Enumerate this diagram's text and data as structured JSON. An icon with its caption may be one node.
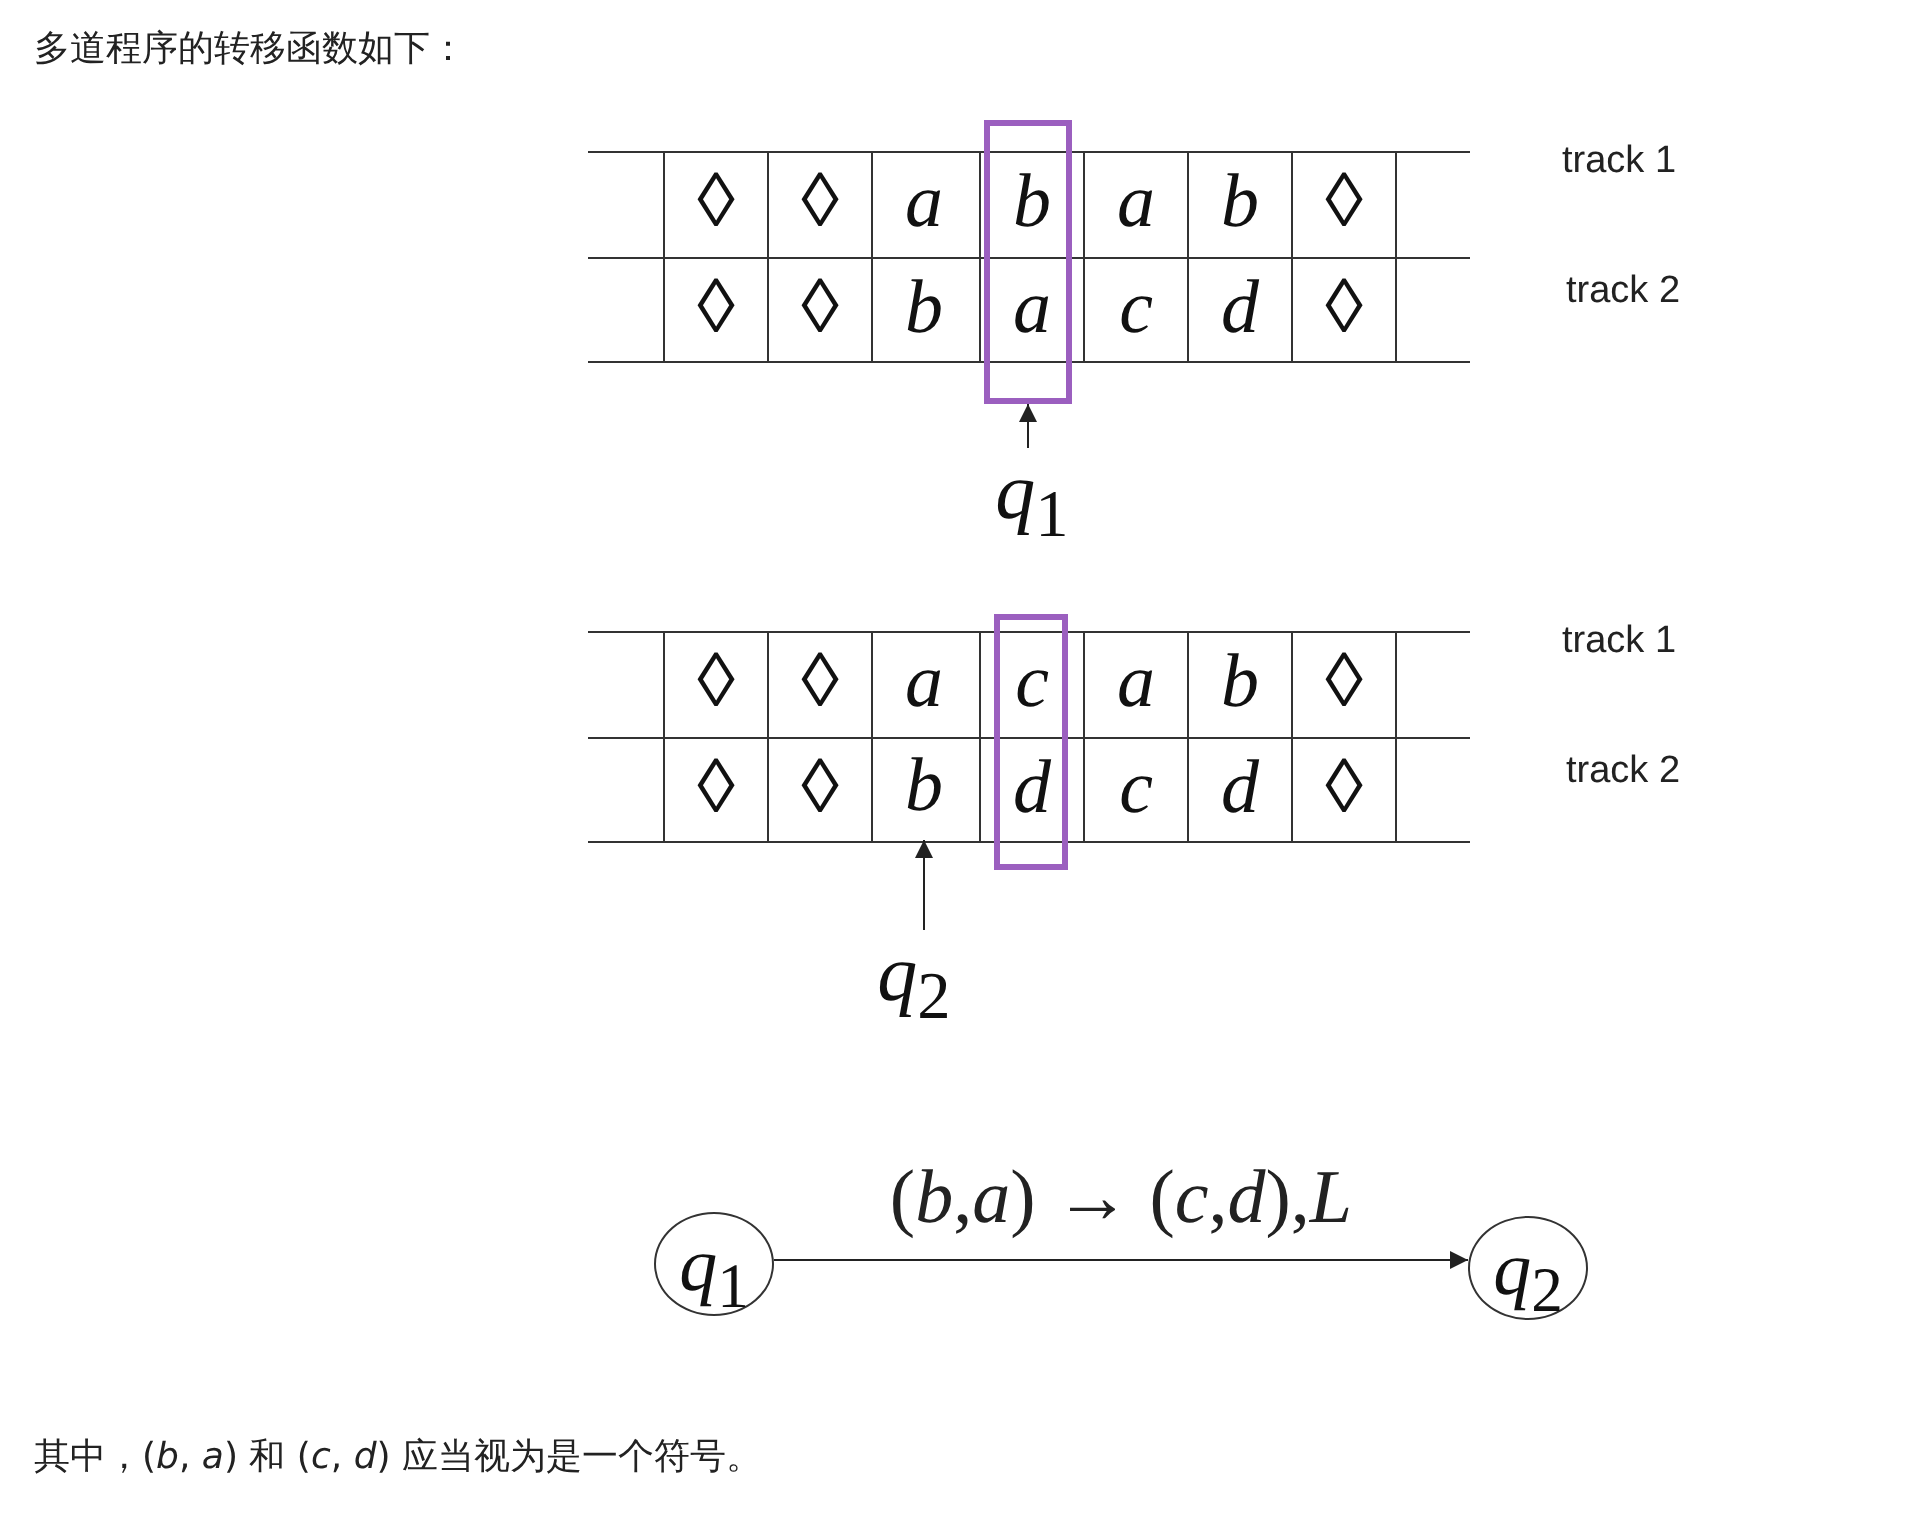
{
  "diagram": {
    "title": "多道程序的转移函数如下：",
    "caption": "其中，(*b*, *a*) 和 (*c*, *d*) 应当视为是一个符号。",
    "nodes": [
      {
        "text": [],
        "shape": "box"
      },
      {
        "text": [
          "*q*$_{1}$"
        ]
      },
      {
        "text": [],
        "shape": "box"
      },
      {
        "text": [
          "b"
        ]
      },
      {
        "text": [
          "*q*$_{2}$"
        ]
      },
      {
        "text": [
          "*q*$_{1}$"
        ]
      },
      {
        "text": [
          "*q*$_{2}$"
        ]
      }
    ],
    "edges": [
      {
        "from": 1,
        "to": 0,
        "arrow": "to"
      },
      {
        "from": 4,
        "to": 3,
        "arrow": "to"
      },
      {
        "from": 5,
        "to": 6,
        "arrow": "to",
        "label": "(*b*,*a*) → (*c*,*d*),*L*"
      }
    ],
    "labels": [
      "◊",
      "◊",
      "a",
      "b",
      "a",
      "b",
      "◊",
      "track 1",
      "◊",
      "◊",
      "b",
      "a",
      "c",
      "d",
      "◊",
      "track 2",
      "◊",
      "◊",
      "a",
      "c",
      "a",
      "b",
      "◊",
      "track 1",
      "◊",
      "◊",
      "d",
      "c",
      "d",
      "◊",
      "track 2"
    ]
  }
}
